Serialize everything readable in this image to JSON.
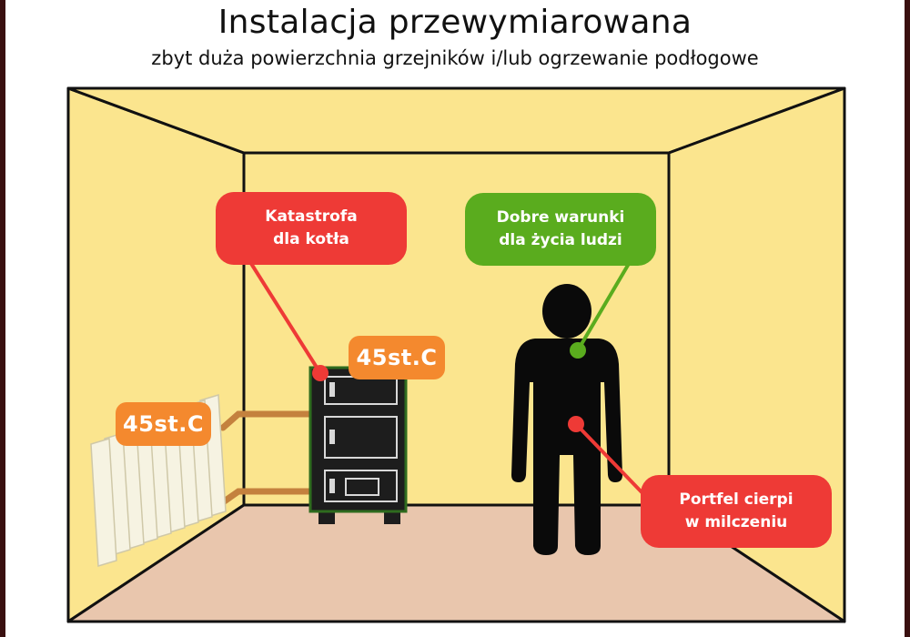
{
  "header": {
    "title": "Instalacja przewymiarowana",
    "subtitle": "zbyt duża powierzchnia grzejników i/lub ogrzewanie podłogowe"
  },
  "callouts": {
    "boiler": "Katastrofa\ndla kotła",
    "people": "Dobre warunki\ndla życia ludzi",
    "wallet": "Portfel cierpi\nw milczeniu"
  },
  "temperatures": {
    "boiler": "45st.C",
    "radiator": "45st.C"
  },
  "colors": {
    "wall": "#fbe58e",
    "floor": "#e9c6ad",
    "bad": "#ee3a36",
    "good": "#5aac1e",
    "temp": "#f4892e",
    "boiler": "#1d1d1d",
    "boiler_edge": "#2e6b1e",
    "person": "#0a0a0a",
    "pipe": "#c4813e",
    "radiator": "#f6f3e2"
  },
  "icons": [
    "boiler-icon",
    "radiator-icon",
    "person-icon"
  ]
}
